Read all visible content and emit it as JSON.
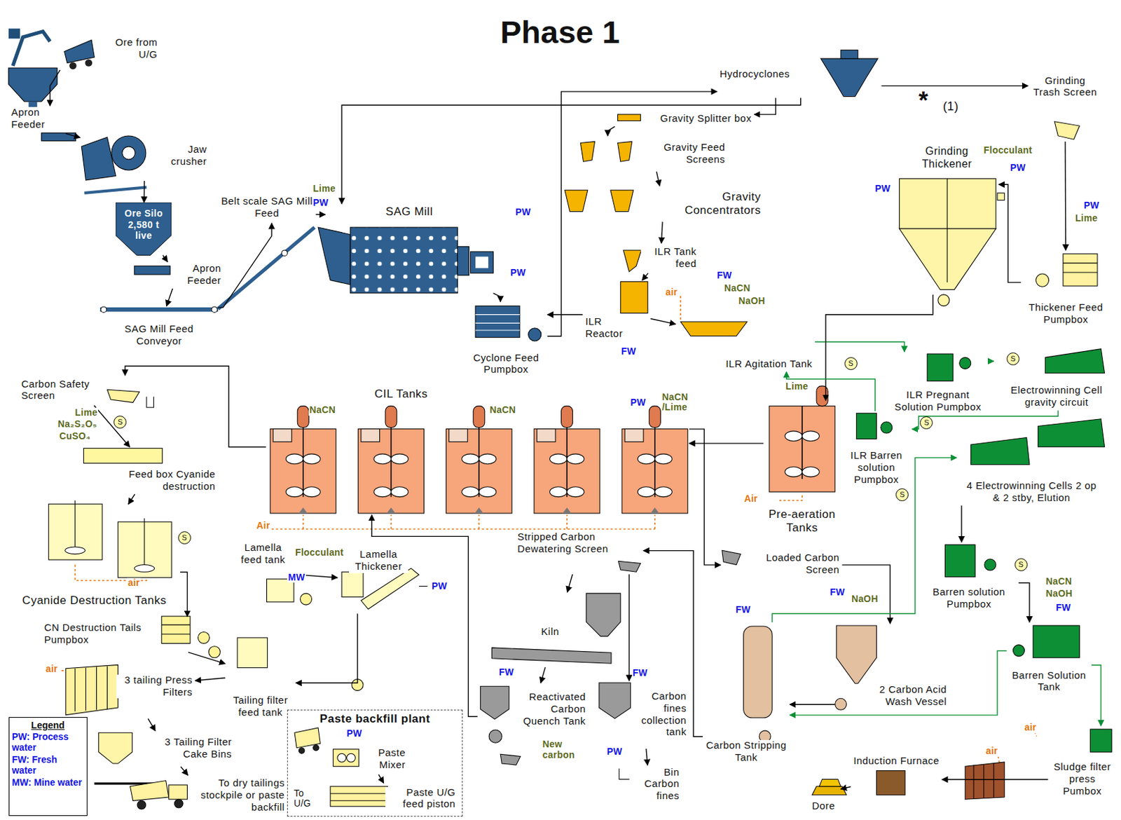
{
  "diagram": {
    "title": "Phase 1",
    "nodes": [
      {
        "text": [
          "Ore from U/G"
        ]
      },
      {
        "text": [
          "Apron Feeder"
        ]
      },
      {
        "text": [
          "Jaw crusher"
        ]
      },
      {
        "text": [
          "Ore Silo 2,580 t live"
        ]
      },
      {
        "text": [
          "Apron Feeder"
        ]
      },
      {
        "text": [
          "SAG Mill Feed Conveyor"
        ]
      },
      {
        "text": [
          "Belt scale SAG Mill Feed"
        ]
      },
      {
        "text": [
          "SAG Mill"
        ]
      },
      {
        "text": [
          "Hydrocyclones"
        ]
      },
      {
        "text": [
          "Gravity Splitter box"
        ]
      },
      {
        "text": [
          "Gravity Feed Screens"
        ]
      },
      {
        "text": [
          "Gravity Concentrators"
        ]
      },
      {
        "text": [
          "ILR Tank feed"
        ]
      },
      {
        "text": [
          "ILR Reactor"
        ]
      },
      {
        "text": [
          "ILR Agitation Tank"
        ]
      },
      {
        "text": [
          "Cyclone Feed Pumpbox"
        ]
      },
      {
        "text": [
          "Grinding Trash Screen"
        ]
      },
      {
        "text": [
          "Thickener Feed Pumpbox"
        ]
      },
      {
        "text": [
          "Grinding Thickener"
        ]
      },
      {
        "text": [
          "ILR Pregnant Solution Pumpbox"
        ]
      },
      {
        "text": [
          "Electrowinning Cell gravity circuit"
        ]
      },
      {
        "text": [
          "ILR Barren solution Pumpbox"
        ]
      },
      {
        "text": [
          "4 Electrowinning Cells 2 op & 2 stby, Elution"
        ]
      },
      {
        "text": [
          "Pre-aeration Tanks"
        ]
      },
      {
        "text": [
          "CIL Tanks"
        ]
      },
      {
        "text": [
          "Carbon Safety Screen"
        ]
      },
      {
        "text": [
          "Feed box Cyanide destruction"
        ]
      },
      {
        "text": [
          "Cyanide Destruction Tanks"
        ]
      },
      {
        "text": [
          "CN Destruction Tails Pumpbox"
        ]
      },
      {
        "text": [
          "Lamella feed tank"
        ]
      },
      {
        "text": [
          "Lamella Thickener"
        ]
      },
      {
        "text": [
          "Tailing filter feed tank"
        ]
      },
      {
        "text": [
          "3 tailing Press Filters"
        ]
      },
      {
        "text": [
          "3 Tailing Filter Cake Bins"
        ]
      },
      {
        "text": [
          "To dry tailings stockpile or paste backfill"
        ]
      },
      {
        "text": [
          "Paste backfill plant"
        ]
      },
      {
        "text": [
          "Paste Mixer"
        ],
        "in": 35
      },
      {
        "text": [
          "Paste U/G feed piston"
        ],
        "in": 35
      },
      {
        "text": [
          "Stripped Carbon Dewatering Screen"
        ]
      },
      {
        "text": [
          "Kiln"
        ]
      },
      {
        "text": [
          "Reactivated Carbon Quench Tank"
        ]
      },
      {
        "text": [
          "Carbon fines collection tank"
        ]
      },
      {
        "text": [
          "Bin Carbon fines"
        ]
      },
      {
        "text": [
          "Loaded Carbon Screen"
        ]
      },
      {
        "text": [
          "2 Carbon Acid Wash Vessel"
        ]
      },
      {
        "text": [
          "Carbon Stripping Tank"
        ]
      },
      {
        "text": [
          "Barren solution Pumpbox"
        ]
      },
      {
        "text": [
          "Barren Solution Tank"
        ]
      },
      {
        "text": [
          "Sludge filter press Pumbox"
        ]
      },
      {
        "text": [
          "Induction Furnace"
        ]
      },
      {
        "text": [
          "Dore"
        ]
      },
      {
        "text": [
          "S"
        ]
      },
      {
        "text": [
          "S"
        ]
      },
      {
        "text": [
          "S"
        ]
      },
      {
        "text": [
          "S"
        ]
      },
      {
        "text": [
          "S"
        ]
      },
      {
        "text": [
          "S"
        ]
      },
      {
        "text": [
          "S"
        ]
      }
    ],
    "edges": [
      {
        "from": 0,
        "to": 1,
        "arrow": "to"
      },
      {
        "from": 1,
        "to": 2,
        "arrow": "to"
      },
      {
        "from": 2,
        "to": 3,
        "arrow": "to"
      },
      {
        "from": 3,
        "to": 4,
        "arrow": "to"
      },
      {
        "from": 4,
        "to": 5,
        "arrow": "to"
      },
      {
        "from": 5,
        "to": 6,
        "arrow": "to"
      },
      {
        "from": 6,
        "to": 7,
        "arrow": "to"
      },
      {
        "from": 7,
        "to": 15,
        "arrow": "to"
      },
      {
        "from": 15,
        "to": 8,
        "arrow": "to"
      },
      {
        "from": 8,
        "to": 7,
        "arrow": "to"
      },
      {
        "from": 8,
        "to": 9,
        "arrow": "to"
      },
      {
        "from": 9,
        "to": 10,
        "arrow": "to"
      },
      {
        "from": 10,
        "to": 11,
        "arrow": "to"
      },
      {
        "from": 11,
        "to": 12,
        "arrow": "to"
      },
      {
        "from": 12,
        "to": 13,
        "arrow": "to"
      },
      {
        "from": 13,
        "to": 14,
        "arrow": "to"
      },
      {
        "from": 14,
        "to": 19,
        "arrow": "to"
      },
      {
        "from": 8,
        "to": 16,
        "arrow": "to"
      },
      {
        "from": 16,
        "to": 17,
        "arrow": "to"
      },
      {
        "from": 17,
        "to": 18,
        "arrow": "to"
      },
      {
        "from": 18,
        "to": 23,
        "arrow": "to"
      },
      {
        "from": 23,
        "to": 24,
        "arrow": "to"
      },
      {
        "from": 24,
        "to": 25,
        "arrow": "to"
      },
      {
        "from": 25,
        "to": 26,
        "arrow": "to"
      },
      {
        "from": 26,
        "to": 27,
        "arrow": "to"
      },
      {
        "from": 27,
        "to": 28,
        "arrow": "to"
      },
      {
        "from": 28,
        "to": 31,
        "arrow": "to"
      },
      {
        "from": 31,
        "to": 32,
        "arrow": "to"
      },
      {
        "from": 32,
        "to": 33,
        "arrow": "to"
      },
      {
        "from": 33,
        "to": 34,
        "arrow": "to"
      },
      {
        "from": 29,
        "to": 30,
        "arrow": "to"
      },
      {
        "from": 30,
        "to": 31,
        "arrow": "to"
      },
      {
        "from": 24,
        "to": 43,
        "arrow": "to"
      },
      {
        "from": 43,
        "to": 44,
        "arrow": "to"
      },
      {
        "from": 44,
        "to": 45,
        "arrow": "to"
      },
      {
        "from": 45,
        "to": 22,
        "arrow": "to"
      },
      {
        "from": 22,
        "to": 46,
        "arrow": "to"
      },
      {
        "from": 46,
        "to": 47,
        "arrow": "to"
      },
      {
        "from": 47,
        "to": 45,
        "arrow": "to"
      },
      {
        "from": 19,
        "to": 20,
        "arrow": "to"
      },
      {
        "from": 20,
        "to": 21,
        "arrow": "to"
      },
      {
        "from": 21,
        "to": 14,
        "arrow": "to"
      },
      {
        "from": 45,
        "to": 38,
        "arrow": "to"
      },
      {
        "from": 38,
        "to": 39,
        "arrow": "to"
      },
      {
        "from": 39,
        "to": 40,
        "arrow": "to"
      },
      {
        "from": 40,
        "to": 24,
        "arrow": "to"
      },
      {
        "from": 38,
        "to": 41,
        "arrow": "to"
      },
      {
        "from": 41,
        "to": 42,
        "arrow": "to"
      },
      {
        "from": 48,
        "to": 49,
        "arrow": "to"
      },
      {
        "from": 49,
        "to": 50,
        "arrow": "to"
      },
      {
        "from": 47,
        "to": 48,
        "arrow": "to"
      },
      {
        "from": 13,
        "to": 15,
        "arrow": "to"
      },
      {
        "from": 36,
        "to": 37,
        "arrow": "to"
      }
    ],
    "labels": [
      "Lime",
      "PW",
      "PW",
      "PW",
      "FW",
      "NaCN",
      "NaOH",
      "air",
      "FW",
      "Flocculant",
      "PW",
      "PW",
      "PW",
      "Lime",
      "*",
      "(1)",
      "Lime",
      "Air",
      "NaCN",
      "NaCN",
      "PW",
      "NaCN /Lime",
      "Air",
      "Lime",
      "Na₂S₂O₅",
      "CuSO₄",
      "air",
      "MW",
      "Flocculant",
      "PW",
      "air",
      "PW",
      "To U/G",
      "FW",
      "New carbon",
      "FW",
      "PW",
      "FW",
      "NaOH",
      "FW",
      "NaCN",
      "NaOH",
      "FW",
      "air",
      "air",
      "Legend"
    ],
    "legend": [
      {
        "text": "PW: Process water"
      },
      {
        "text": "FW: Fresh water"
      },
      {
        "text": "MW: Mine water"
      }
    ]
  }
}
